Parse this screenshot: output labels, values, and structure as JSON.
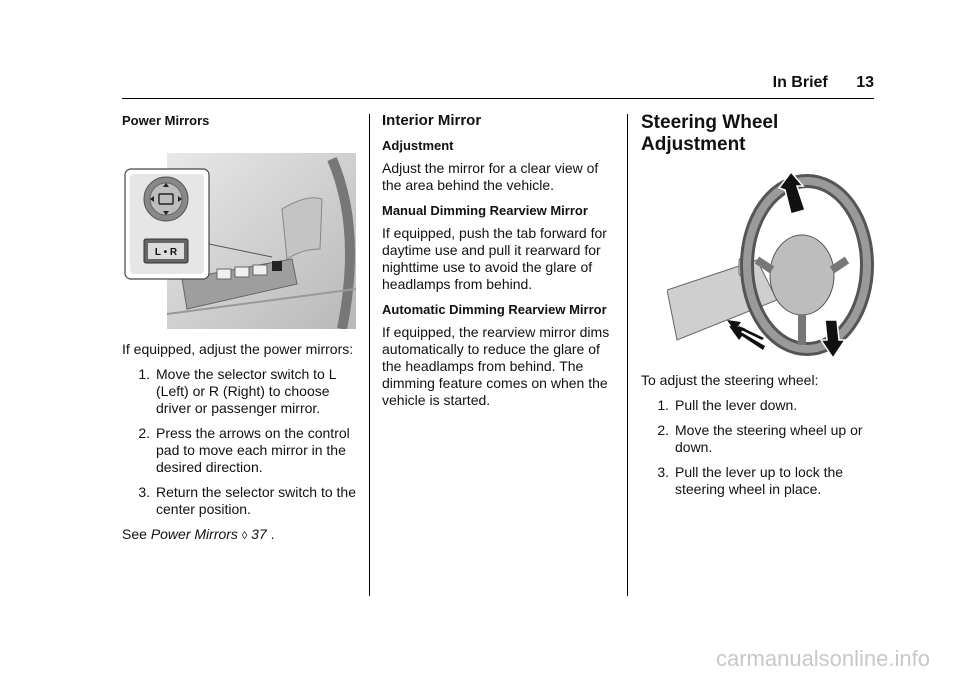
{
  "header": {
    "section": "In Brief",
    "page_number": "13"
  },
  "col1": {
    "subheading": "Power Mirrors",
    "intro": "If equipped, adjust the power mirrors:",
    "steps": [
      {
        "num": "1.",
        "text": "Move the selector switch to L (Left) or R (Right) to choose driver or passenger mirror."
      },
      {
        "num": "2.",
        "text": "Press the arrows on the control pad to move each mirror in the desired direction."
      },
      {
        "num": "3.",
        "text": "Return the selector switch to the center position."
      }
    ],
    "see_prefix": "See",
    "see_link": "Power Mirrors",
    "see_arrow": "◊",
    "see_page": "37",
    "see_suffix": ".",
    "switch_label": "L • R"
  },
  "col2": {
    "heading": "Interior Mirror",
    "adjustment_title": "Adjustment",
    "adjustment_text": "Adjust the mirror for a clear view of the area behind the vehicle.",
    "manual_title": "Manual Dimming Rearview Mirror",
    "manual_text": "If equipped, push the tab forward for daytime use and pull it rearward for nighttime use to avoid the glare of headlamps from behind.",
    "auto_title": "Automatic Dimming Rearview Mirror",
    "auto_text": "If equipped, the rearview mirror dims automatically to reduce the glare of the headlamps from behind. The dimming feature comes on when the vehicle is started."
  },
  "col3": {
    "heading": "Steering Wheel Adjustment",
    "intro": "To adjust the steering wheel:",
    "steps": [
      {
        "num": "1.",
        "text": "Pull the lever down."
      },
      {
        "num": "2.",
        "text": "Move the steering wheel up or down."
      },
      {
        "num": "3.",
        "text": "Pull the lever up to lock the steering wheel in place."
      }
    ]
  },
  "watermark": "carmanualsonline.info"
}
